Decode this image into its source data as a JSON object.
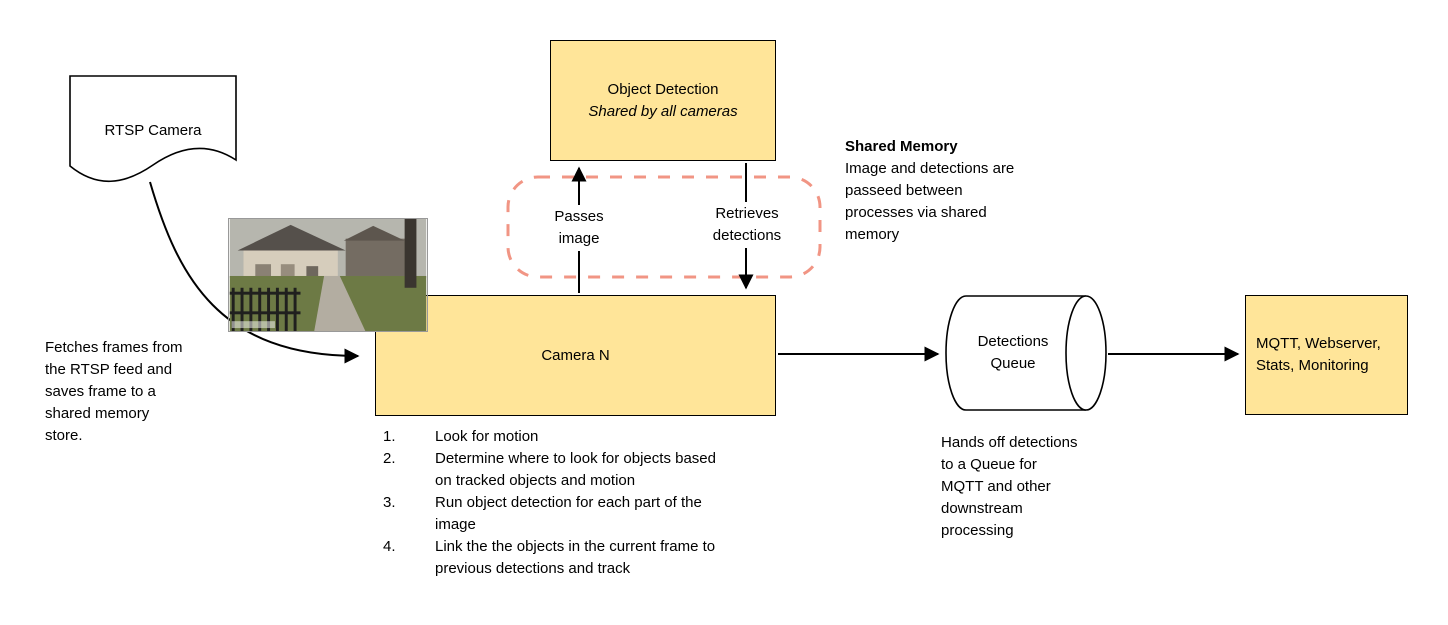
{
  "nodes": {
    "rtsp_camera": "RTSP Camera",
    "object_detection": {
      "title": "Object Detection",
      "subtitle": "Shared by all cameras"
    },
    "camera_n": "Camera N",
    "detections_queue": "Detections Queue",
    "outputs": "MQTT, Webserver, Stats, Monitoring"
  },
  "annotations": {
    "fetch_note": "Fetches frames from the RTSP feed and saves frame to a shared memory store.",
    "passes_image": "Passes image",
    "retrieves_detections": "Retrieves detections",
    "shared_memory_title": "Shared Memory",
    "shared_memory_body": "Image and detections are passeed between processes via shared memory",
    "queue_note": "Hands off detections to a Queue for MQTT and other downstream processing"
  },
  "camera_steps": [
    {
      "num": "1.",
      "text": "Look for motion"
    },
    {
      "num": "2.",
      "text": "Determine where to look for objects based on tracked objects and motion"
    },
    {
      "num": "3.",
      "text": "Run object detection for each part of the image"
    },
    {
      "num": "4.",
      "text": "Link the the objects in the current frame to previous detections and track"
    }
  ],
  "colors": {
    "node_fill": "#FFE599",
    "node_border": "#000000",
    "shared_memory_outline": "#F19584",
    "arrow": "#000000"
  }
}
